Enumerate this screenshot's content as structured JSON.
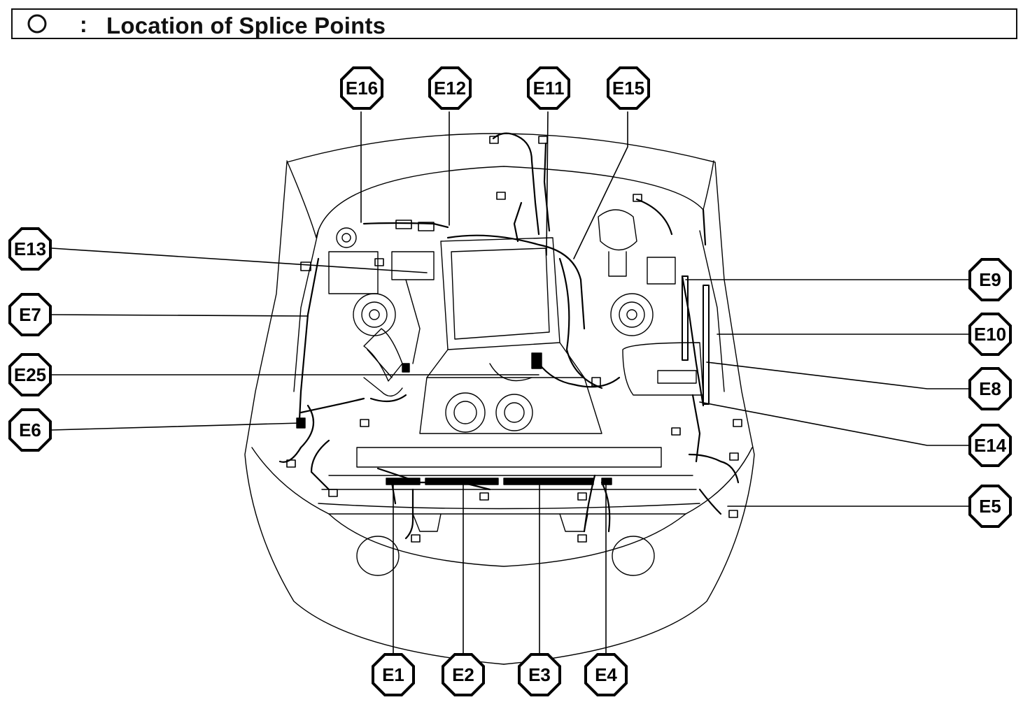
{
  "header": {
    "legend_symbol_icon": "circle-outline-icon",
    "colon": ":",
    "title": "Location of Splice Points"
  },
  "callouts": [
    {
      "id": "E16",
      "label": "E16"
    },
    {
      "id": "E12",
      "label": "E12"
    },
    {
      "id": "E11",
      "label": "E11"
    },
    {
      "id": "E15",
      "label": "E15"
    },
    {
      "id": "E13",
      "label": "E13"
    },
    {
      "id": "E7",
      "label": "E7"
    },
    {
      "id": "E25",
      "label": "E25"
    },
    {
      "id": "E6",
      "label": "E6"
    },
    {
      "id": "E9",
      "label": "E9"
    },
    {
      "id": "E10",
      "label": "E10"
    },
    {
      "id": "E8",
      "label": "E8"
    },
    {
      "id": "E14",
      "label": "E14"
    },
    {
      "id": "E5",
      "label": "E5"
    },
    {
      "id": "E1",
      "label": "E1"
    },
    {
      "id": "E2",
      "label": "E2"
    },
    {
      "id": "E3",
      "label": "E3"
    },
    {
      "id": "E4",
      "label": "E4"
    }
  ]
}
